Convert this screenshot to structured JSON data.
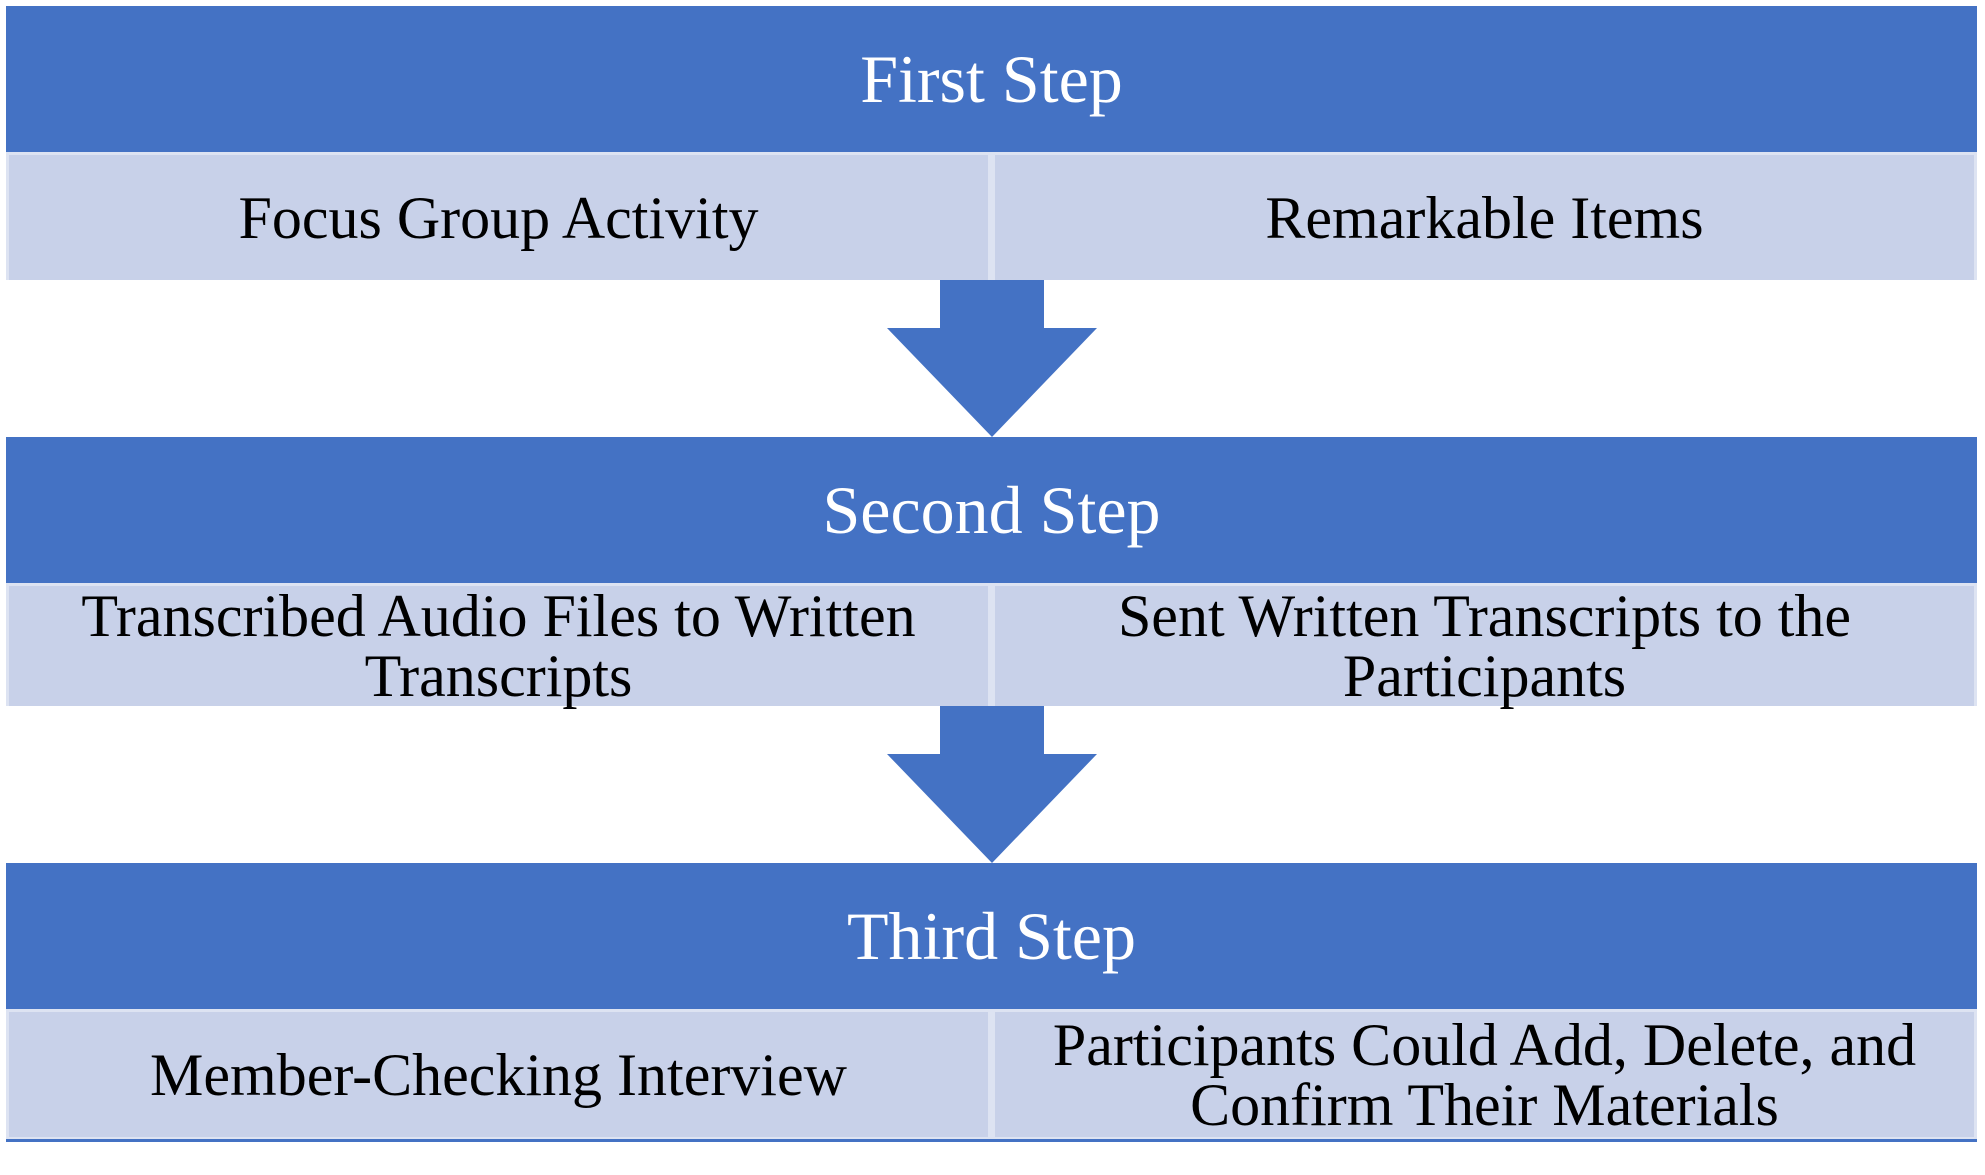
{
  "diagram": {
    "steps": [
      {
        "title": "First Step",
        "left": "Focus Group Activity",
        "right": "Remarkable Items"
      },
      {
        "title": "Second Step",
        "left": "Transcribed Audio Files to Written Transcripts",
        "right": "Sent Written Transcripts to the Participants"
      },
      {
        "title": "Third Step",
        "left": "Member-Checking Interview",
        "right": "Participants Could Add, Delete, and Confirm Their Materials"
      }
    ],
    "connectors": [
      {
        "icon": "down-block-arrow",
        "from": "First Step",
        "to": "Second Step"
      },
      {
        "icon": "down-block-arrow",
        "from": "Second Step",
        "to": "Third Step"
      }
    ],
    "colors": {
      "header_blue": "#4472C4",
      "cell_light": "#C8D1E9",
      "divider_light": "#DDE3F2",
      "header_text": "#FFFFFF",
      "cell_text": "#000000",
      "background": "#FFFFFF"
    }
  }
}
